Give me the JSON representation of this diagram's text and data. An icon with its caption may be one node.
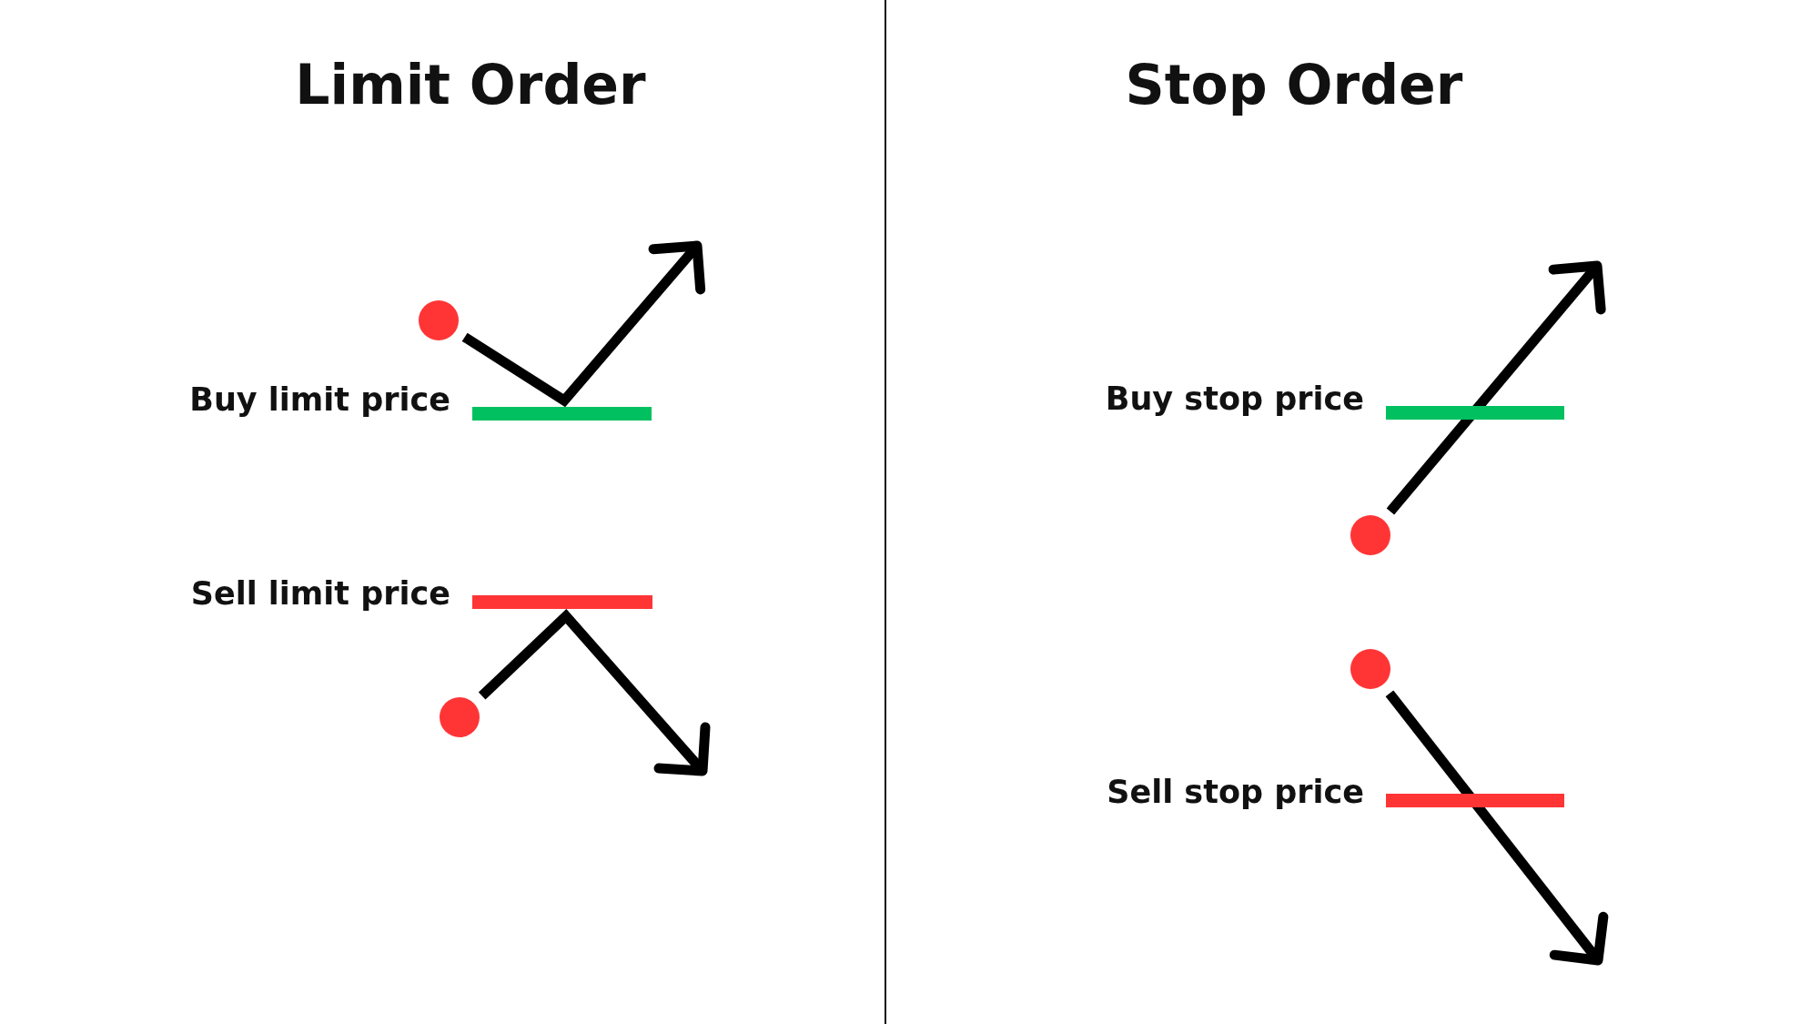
{
  "diagram": {
    "nodes": [
      {
        "text": [],
        "shape": "circle"
      },
      {
        "text": [],
        "shape": "bar",
        "beside": [
          "Buy limit price"
        ]
      },
      {
        "text": [],
        "shape": "bar",
        "beside": [
          "Sell limit price"
        ]
      },
      {
        "text": [],
        "shape": "circle"
      },
      {
        "text": [],
        "shape": "bar",
        "beside": [
          "Buy stop price"
        ]
      },
      {
        "text": [],
        "shape": "circle"
      },
      {
        "text": [],
        "shape": "circle"
      },
      {
        "text": [],
        "shape": "bar",
        "beside": [
          "Sell stop price"
        ]
      }
    ],
    "edges": [
      {
        "from": 0,
        "to": null,
        "arrow": "to"
      },
      {
        "from": 3,
        "to": null,
        "arrow": "to"
      },
      {
        "from": 5,
        "to": null,
        "arrow": "to"
      },
      {
        "from": 6,
        "to": null,
        "arrow": "to"
      }
    ],
    "labels": [
      "Limit Order",
      "Stop Order"
    ]
  }
}
